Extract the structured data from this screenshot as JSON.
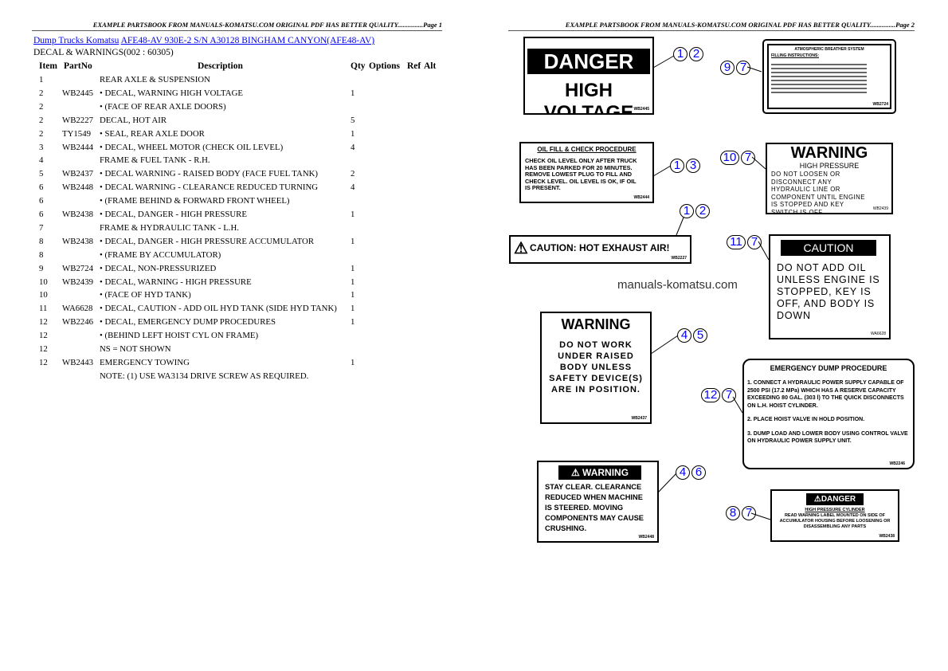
{
  "page1": {
    "header": "EXAMPLE PARTSBOOK FROM MANUALS-KOMATSU.COM ORIGINAL PDF HAS BETTER QUALITY...............Page 1",
    "breadcrumb": [
      "Dump Trucks Komatsu",
      "AFE48-AV 930E-2 S/N A30128 BINGHAM CANYON(AFE48-AV)"
    ],
    "section": "DECAL & WARNINGS(002 : 60305)",
    "columns": [
      "Item",
      "PartNo",
      "Description",
      "Qty",
      "Options",
      "Ref",
      "Alt"
    ],
    "rows": [
      [
        "1",
        "",
        "REAR AXLE & SUSPENSION",
        ""
      ],
      [
        "2",
        "WB2445",
        "• DECAL, WARNING HIGH VOLTAGE",
        "1"
      ],
      [
        "2",
        "",
        "• (FACE OF REAR AXLE DOORS)",
        ""
      ],
      [
        "2",
        "WB2227",
        "DECAL, HOT AIR",
        "5"
      ],
      [
        "2",
        "TY1549",
        "• SEAL, REAR AXLE DOOR",
        "1"
      ],
      [
        "3",
        "WB2444",
        "• DECAL, WHEEL MOTOR (CHECK OIL LEVEL)",
        "4"
      ],
      [
        "4",
        "",
        "FRAME & FUEL TANK - R.H.",
        ""
      ],
      [
        "5",
        "WB2437",
        "• DECAL WARNING - RAISED BODY (FACE FUEL TANK)",
        "2"
      ],
      [
        "6",
        "WB2448",
        "• DECAL WARNING - CLEARANCE REDUCED TURNING",
        "4"
      ],
      [
        "6",
        "",
        "• (FRAME BEHIND & FORWARD FRONT WHEEL)",
        ""
      ],
      [
        "6",
        "WB2438",
        "• DECAL, DANGER - HIGH PRESSURE",
        "1"
      ],
      [
        "7",
        "",
        "FRAME & HYDRAULIC TANK - L.H.",
        ""
      ],
      [
        "8",
        "WB2438",
        "• DECAL, DANGER - HIGH PRESSURE ACCUMULATOR",
        "1"
      ],
      [
        "8",
        "",
        "• (FRAME BY ACCUMULATOR)",
        ""
      ],
      [
        "9",
        "WB2724",
        "• DECAL, NON-PRESSURIZED",
        "1"
      ],
      [
        "10",
        "WB2439",
        "• DECAL, WARNING - HIGH PRESSURE",
        "1"
      ],
      [
        "10",
        "",
        "• (FACE OF HYD TANK)",
        "1"
      ],
      [
        "11",
        "WA6628",
        "• DECAL, CAUTION - ADD OIL HYD TANK (SIDE HYD TANK)",
        "1"
      ],
      [
        "12",
        "WB2246",
        "• DECAL, EMERGENCY DUMP PROCEDURES",
        "1"
      ],
      [
        "12",
        "",
        "• (BEHIND LEFT HOIST CYL ON FRAME)",
        ""
      ],
      [
        "12",
        "",
        "NS = NOT SHOWN",
        ""
      ],
      [
        "12",
        "WB2443",
        "EMERGENCY TOWING",
        "1"
      ],
      [
        "",
        "",
        "NOTE: (1) USE WA3134 DRIVE SCREW AS REQUIRED.",
        ""
      ]
    ]
  },
  "page2": {
    "header": "EXAMPLE PARTSBOOK FROM MANUALS-KOMATSU.COM ORIGINAL PDF HAS BETTER QUALITY...............Page 2",
    "watermark": "manuals-komatsu.com",
    "decals": {
      "high_voltage": {
        "title": "DANGER",
        "text": "HIGH VOLTAGE",
        "code": "WB2445"
      },
      "breather": {
        "title": "ATMOSPHERIC BREATHER SYSTEM",
        "sub": "FILLING INSTRUCTIONS:",
        "code": "WB2724"
      },
      "oil_fill": {
        "title": "OIL FILL & CHECK PROCEDURE",
        "text": "CHECK OIL LEVEL ONLY AFTER TRUCK HAS BEEN PARKED FOR 20 MINUTES. REMOVE LOWEST PLUG TO FILL AND CHECK LEVEL. OIL LEVEL IS OK, IF OIL IS PRESENT.",
        "code": "WB2444"
      },
      "high_pressure": {
        "title": "WARNING",
        "sub": "HIGH PRESSURE",
        "text": "DO NOT LOOSEN OR DISCONNECT ANY HYDRAULIC LINE OR COMPONENT UNTIL ENGINE IS STOPPED AND KEY SWITCH IS OFF.",
        "code": "WB2439"
      },
      "hot_exhaust": {
        "text": "CAUTION: HOT EXHAUST AIR!",
        "code": "WB2227"
      },
      "add_oil": {
        "title": "CAUTION",
        "text": "DO NOT ADD OIL UNLESS ENGINE IS STOPPED, KEY IS OFF, AND BODY IS DOWN",
        "code": "WA6628"
      },
      "raised_body": {
        "title": "WARNING",
        "text": "DO NOT WORK UNDER RAISED BODY UNLESS SAFETY DEVICE(S) ARE IN POSITION.",
        "code": "WB2437"
      },
      "dump": {
        "title": "EMERGENCY DUMP PROCEDURE",
        "s1": "1. CONNECT A HYDRAULIC POWER SUPPLY CAPABLE OF 2500 PSI (17.2 MPa) WHICH HAS A RESERVE CAPACITY EXCEEDING 80 GAL. (303 l) TO THE QUICK DISCONNECTS ON L.H. HOIST CYLINDER.",
        "s2": "2. PLACE HOIST VALVE IN HOLD POSITION.",
        "s3": "3. DUMP LOAD AND LOWER BODY USING CONTROL VALVE ON HYDRAULIC POWER SUPPLY UNIT.",
        "code": "WB2246"
      },
      "stay_clear": {
        "title": "WARNING",
        "text": "STAY CLEAR. CLEARANCE REDUCED WHEN MACHINE IS STEERED.  MOVING COMPONENTS MAY CAUSE CRUSHING.",
        "code": "WB2448"
      },
      "hp_cylinder": {
        "title": "DANGER",
        "sub": "HIGH PRESSURE CYLINDER",
        "text": "READ WARNING LABEL MOUNTED ON SIDE OF ACCUMULATOR HOUSING BEFORE LOOSENING OR DISASSEMBLING ANY PARTS",
        "code": "WB2438"
      }
    },
    "callouts": [
      [
        "1",
        "2"
      ],
      [
        "9",
        "7"
      ],
      [
        "1",
        "3"
      ],
      [
        "10",
        "7"
      ],
      [
        "1",
        "2"
      ],
      [
        "11",
        "7"
      ],
      [
        "4",
        "5"
      ],
      [
        "12",
        "7"
      ],
      [
        "4",
        "6"
      ],
      [
        "8",
        "7"
      ]
    ]
  }
}
